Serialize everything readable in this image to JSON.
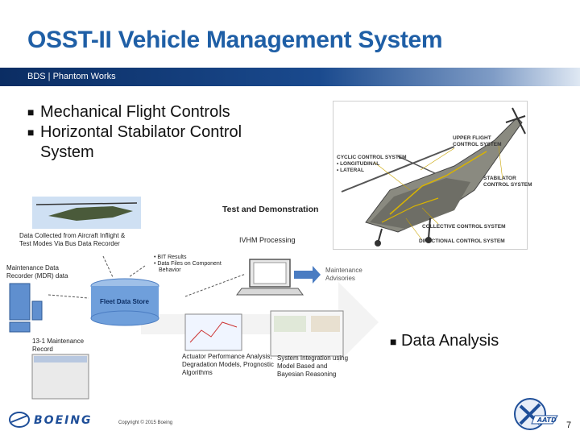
{
  "slide": {
    "title": "OSST-II Vehicle Management System",
    "subtitle": "BDS | Phantom Works",
    "bullets": [
      "Mechanical Flight Controls",
      "Horizontal Stabilator Control",
      "System"
    ],
    "data_analysis": "Data Analysis",
    "copyright": "Copyright © 2015 Boeing",
    "page_number": "7",
    "brand_color": "#1f5fa6"
  },
  "heli_photo": {
    "callouts": {
      "upper_flight": [
        "UPPER FLIGHT",
        "CONTROL SYSTEM"
      ],
      "cyclic": [
        "CYCLIC CONTROL SYSTEM",
        "• LONGITUDINAL",
        "• LATERAL"
      ],
      "stabilator": [
        "STABILATOR",
        "CONTROL SYSTEM"
      ],
      "collective": "COLLECTIVE CONTROL SYSTEM",
      "directional": "DIRECTIONAL CONTROL SYSTEM"
    }
  },
  "diagram": {
    "test_demo": "Test and Demonstration",
    "ivhm": "IVHM Processing",
    "data_collected": [
      "Data Collected from Aircraft Inflight &",
      "Test Modes Via Bus Data Recorder"
    ],
    "mdr": [
      "Maintenance Data",
      "Recorder (MDR) data"
    ],
    "bit": [
      "• BIT Results",
      "• Data Files on Component",
      "Behavior"
    ],
    "fleet": "Fleet Data Store",
    "maint_adv": [
      "Maintenance",
      "Advisories"
    ],
    "record": [
      "13-1 Maintenance",
      "Record"
    ],
    "actuator": [
      "Actuator Performance Analysis,",
      "Degradation Models, Prognostic",
      "Algorithms"
    ],
    "sysint": [
      "System Integration using",
      "Model Based and",
      "Bayesian Reasoning"
    ]
  },
  "icons": {
    "boeing_logo": "boeing-logo",
    "aato_logo": "aato-logo",
    "bullet": "square-bullet"
  }
}
